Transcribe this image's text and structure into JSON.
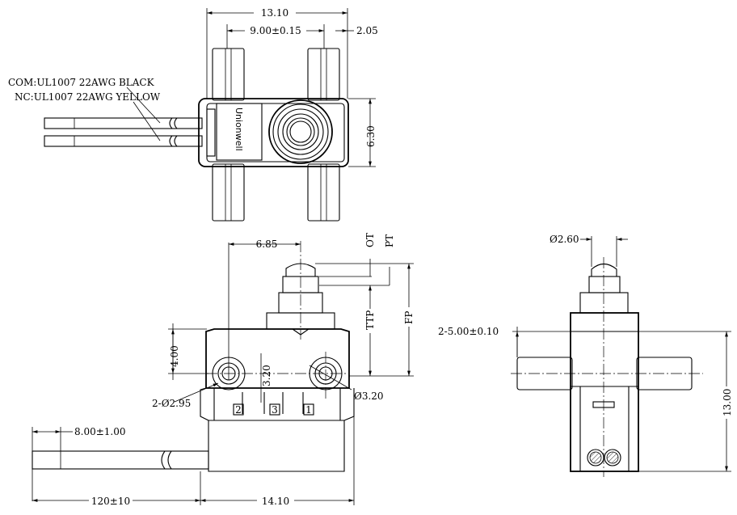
{
  "top_view": {
    "overall_width": "13.10",
    "pin_spacing": "9.00±0.15",
    "pin_offset": "2.05",
    "height": "6.30",
    "brand": "Unionwell",
    "wire_com": "COM:UL1007 22AWG BLACK",
    "wire_nc": "NC:UL1007 22AWG YELLOW"
  },
  "front_view": {
    "actuator_offset": "6.85",
    "ot": "OT",
    "pt": "PT",
    "ttp": "TTP",
    "fp": "FP",
    "hole_vertical": "4.00",
    "hole_spacing": "3.20",
    "hole_dia_left": "2-Ø2.95",
    "hole_dia_right": "Ø3.20",
    "terminal_1": "1",
    "terminal_2": "2",
    "terminal_3": "3",
    "strip_length": "8.00±1.00",
    "wire_length": "120±10",
    "body_width": "14.10"
  },
  "side_view": {
    "plunger_dia": "Ø2.60",
    "pin_dim": "2-5.00±0.10",
    "height": "13.00"
  }
}
